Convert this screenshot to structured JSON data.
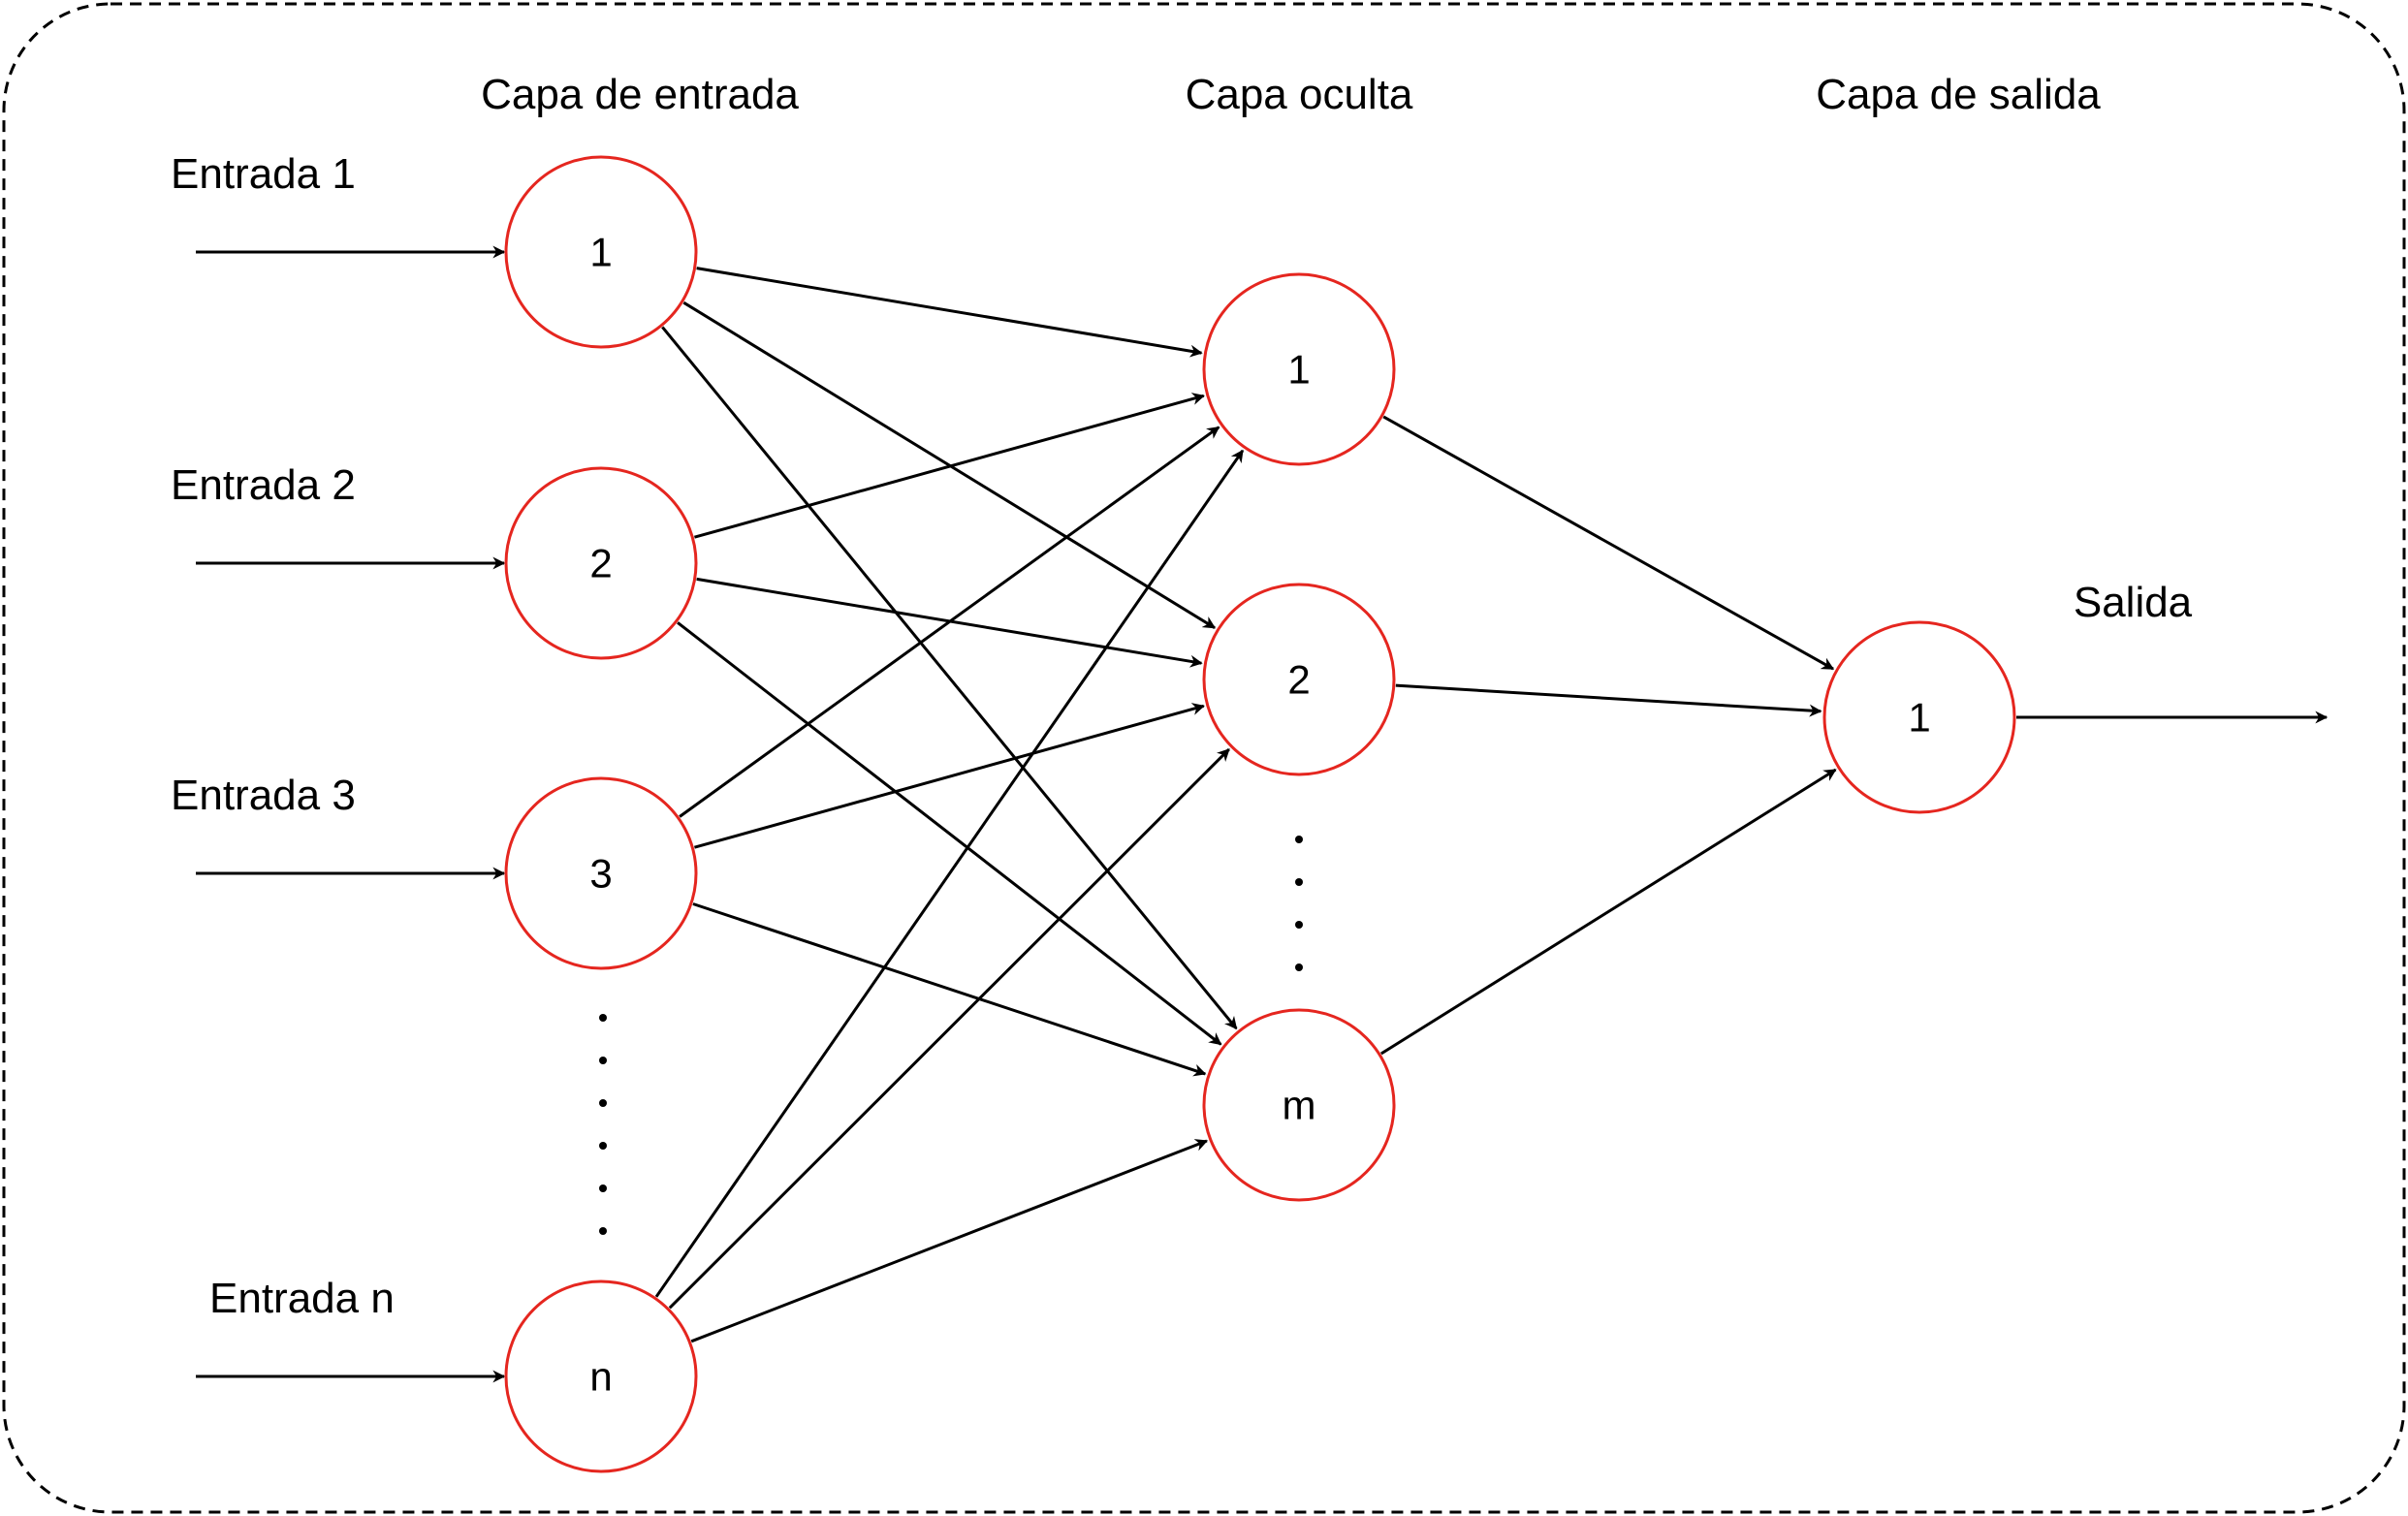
{
  "colors": {
    "node_stroke": "#e5261f",
    "edge": "#000000",
    "text": "#000000",
    "background": "#ffffff"
  },
  "headers": {
    "input_layer": "Capa de entrada",
    "hidden_layer": "Capa oculta",
    "output_layer": "Capa de salida"
  },
  "inputs": {
    "input1": "Entrada 1",
    "input2": "Entrada 2",
    "input3": "Entrada 3",
    "inputn": "Entrada n"
  },
  "output_label": "Salida",
  "nodes": {
    "in1": "1",
    "in2": "2",
    "in3": "3",
    "inn": "n",
    "h1": "1",
    "h2": "2",
    "hm": "m",
    "o1": "1"
  },
  "edges": [
    [
      "in1",
      "h1"
    ],
    [
      "in1",
      "h2"
    ],
    [
      "in1",
      "hm"
    ],
    [
      "in2",
      "h1"
    ],
    [
      "in2",
      "h2"
    ],
    [
      "in2",
      "hm"
    ],
    [
      "in3",
      "h1"
    ],
    [
      "in3",
      "h2"
    ],
    [
      "in3",
      "hm"
    ],
    [
      "inn",
      "h1"
    ],
    [
      "inn",
      "h2"
    ],
    [
      "inn",
      "hm"
    ],
    [
      "h1",
      "o1"
    ],
    [
      "h2",
      "o1"
    ],
    [
      "hm",
      "o1"
    ]
  ]
}
